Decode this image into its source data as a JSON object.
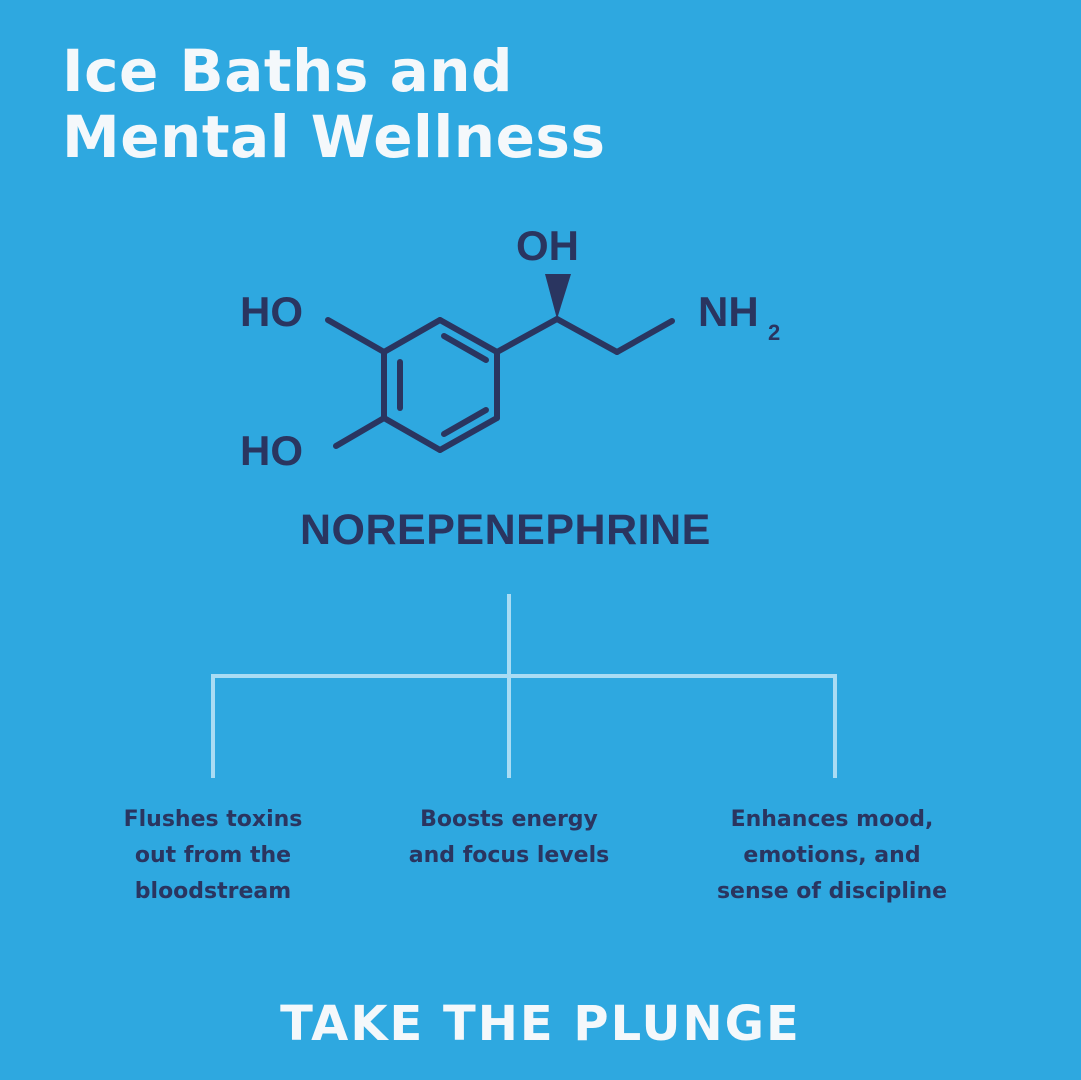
{
  "title": {
    "line1": "Ice Baths and",
    "line2": "Mental Wellness"
  },
  "molecule": {
    "labels": {
      "oh_top": "OH",
      "ho_upper": "HO",
      "ho_lower": "HO",
      "nh": "NH",
      "nh_subscript": "2"
    },
    "name": "NOREPENEPHRINE"
  },
  "effects": [
    {
      "lines": [
        "Flushes toxins",
        "out from the",
        "bloodstream"
      ]
    },
    {
      "lines": [
        "Boosts energy",
        "and focus levels"
      ]
    },
    {
      "lines": [
        "Enhances mood,",
        "emotions, and",
        "sense of discipline"
      ]
    }
  ],
  "cta": "TAKE THE PLUNGE",
  "colors": {
    "background": "#2ea8e0",
    "dark_navy": "#2a3560",
    "light_text": "#f4f8fb",
    "connector_lines": "#a9dcf4"
  }
}
